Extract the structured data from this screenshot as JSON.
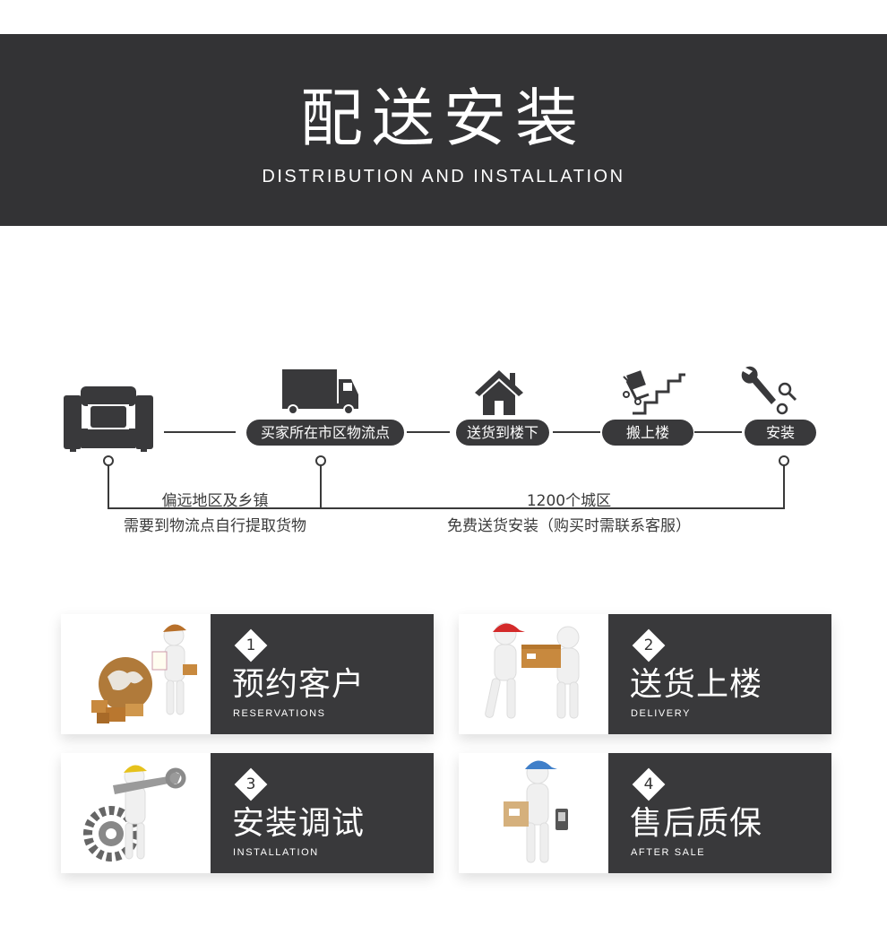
{
  "header": {
    "title": "配送安装",
    "subtitle": "DISTRIBUTION AND INSTALLATION"
  },
  "flow": {
    "icons": [
      "sofa-icon",
      "truck-icon",
      "house-icon",
      "stairs-cart-icon",
      "wrench-icon"
    ],
    "steps": [
      "买家所在市区物流点",
      "送货到楼下",
      "搬上楼",
      "安装"
    ],
    "note_left_line1": "偏远地区及乡镇",
    "note_left_line2": "需要到物流点自行提取货物",
    "note_right_line1": "1200个城区",
    "note_right_line2": "免费送货安装（购买时需联系客服）"
  },
  "cards": [
    {
      "number": "1",
      "title": "预约客户",
      "subtitle": "RESERVATIONS",
      "icon": "globe-delivery-figure-icon"
    },
    {
      "number": "2",
      "title": "送货上楼",
      "subtitle": "DELIVERY",
      "icon": "carrying-box-figures-icon"
    },
    {
      "number": "3",
      "title": "安装调试",
      "subtitle": "INSTALLATION",
      "icon": "wrench-gear-figure-icon"
    },
    {
      "number": "4",
      "title": "售后质保",
      "subtitle": "AFTER SALE",
      "icon": "box-clipboard-figure-icon"
    }
  ],
  "colors": {
    "dark": "#39393b",
    "header_bg": "#333335",
    "text": "#3a3a3a"
  }
}
